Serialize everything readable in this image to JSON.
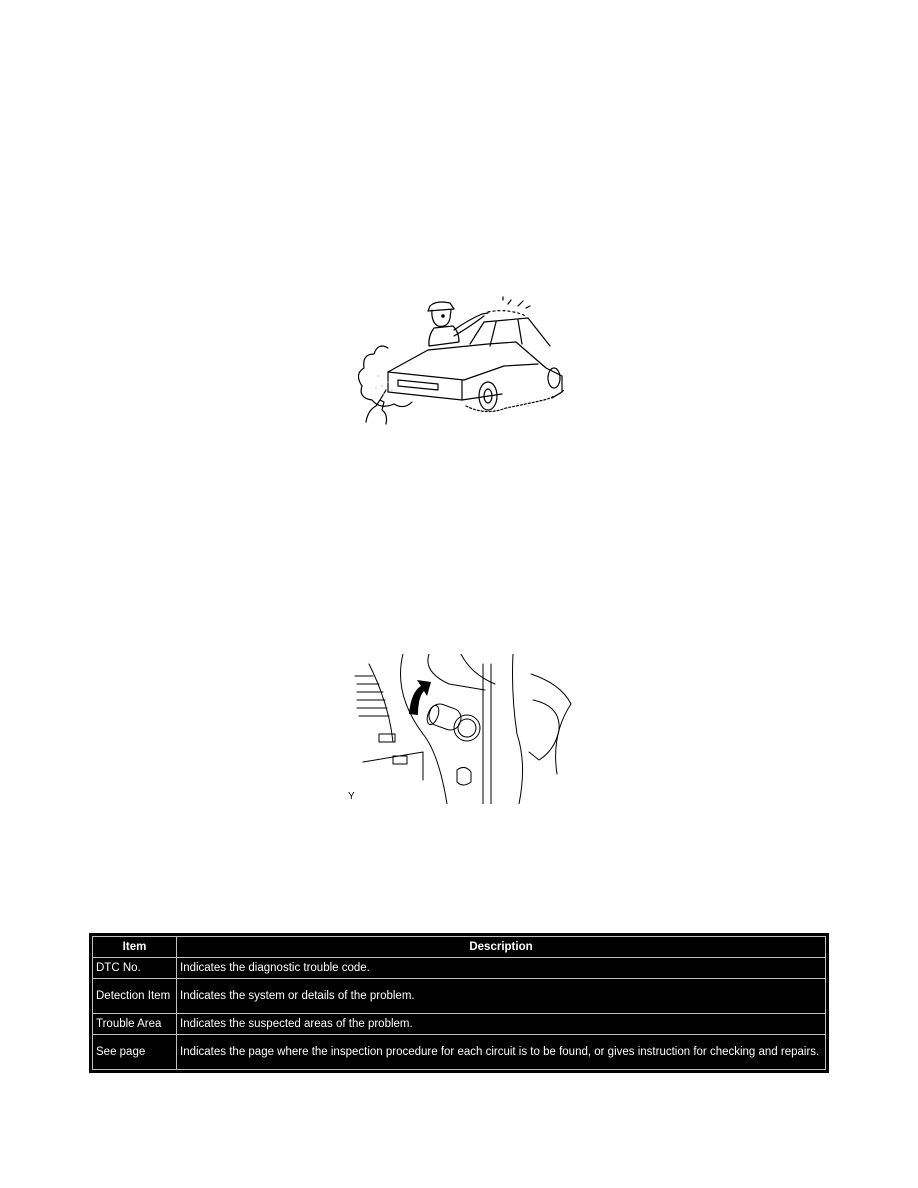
{
  "figures": [
    {
      "id": "car-water-test",
      "description": "Illustration of a mechanic spraying water on a car while another hand sprays mist near the front bumper",
      "label": ""
    },
    {
      "id": "ignition-switch-turn",
      "description": "Illustration of the ignition switch on a steering column with a curved arrow indicating rotation",
      "label": "Y"
    }
  ],
  "table": {
    "headers": [
      "Item",
      "Description"
    ],
    "rows": [
      {
        "item": "DTC No.",
        "description": "Indicates the diagnostic trouble code."
      },
      {
        "item": "Detection Item",
        "description": "Indicates the system or details of the problem."
      },
      {
        "item": "Trouble Area",
        "description": "Indicates the suspected areas of the problem."
      },
      {
        "item": "See page",
        "description": "Indicates the page where the inspection procedure for each circuit is to be found, or gives instruction for checking and repairs."
      }
    ]
  }
}
